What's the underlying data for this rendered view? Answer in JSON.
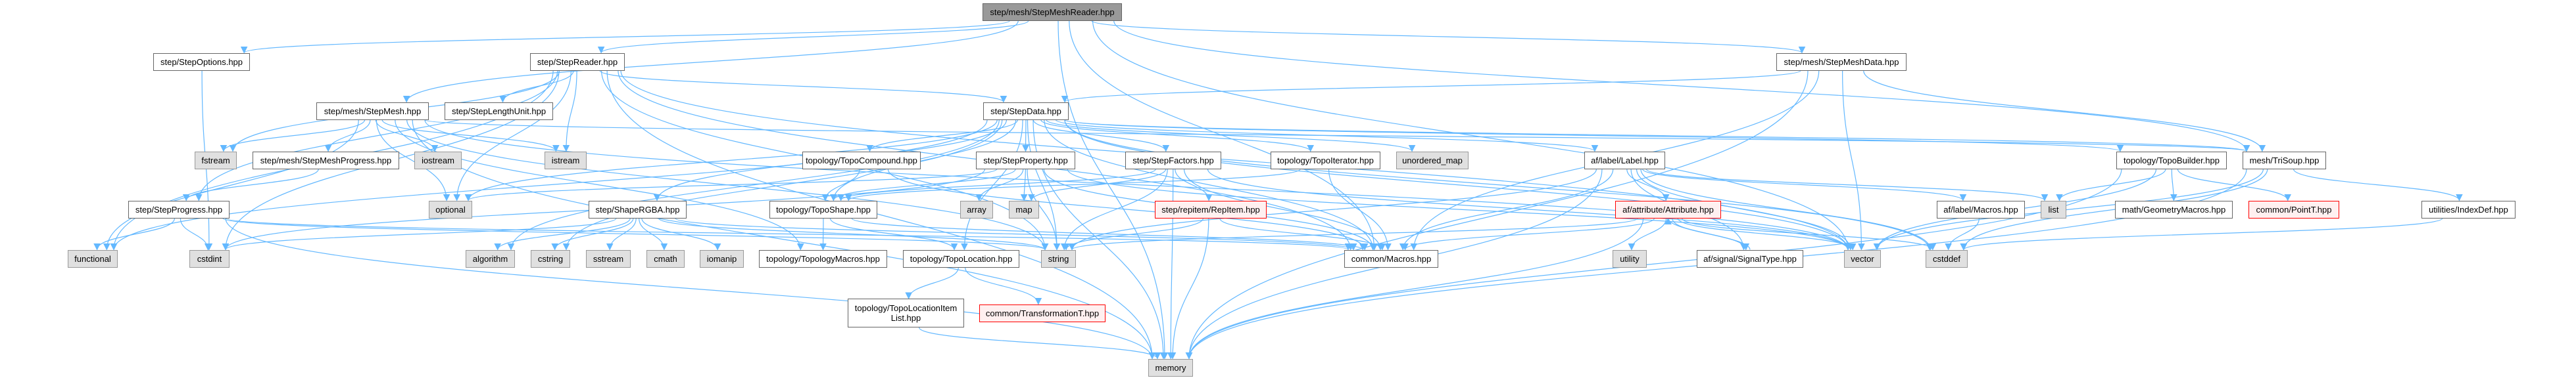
{
  "graph": {
    "title": "step/mesh/StepMeshReader.hpp",
    "nodes": [
      {
        "id": "root",
        "label": "step/mesh/StepMeshReader.hpp",
        "kind": "root"
      },
      {
        "id": "StepOptions",
        "label": "step/StepOptions.hpp",
        "kind": "doc"
      },
      {
        "id": "StepReader",
        "label": "step/StepReader.hpp",
        "kind": "doc"
      },
      {
        "id": "StepMeshData",
        "label": "step/mesh/StepMeshData.hpp",
        "kind": "doc"
      },
      {
        "id": "StepMesh",
        "label": "step/mesh/StepMesh.hpp",
        "kind": "doc"
      },
      {
        "id": "StepLengthUnit",
        "label": "step/StepLengthUnit.hpp",
        "kind": "doc"
      },
      {
        "id": "StepData",
        "label": "step/StepData.hpp",
        "kind": "doc"
      },
      {
        "id": "fstream",
        "label": "fstream",
        "kind": "sys"
      },
      {
        "id": "StepMeshProgress",
        "label": "step/mesh/StepMeshProgress.hpp",
        "kind": "doc"
      },
      {
        "id": "iostream",
        "label": "iostream",
        "kind": "sys"
      },
      {
        "id": "istream",
        "label": "istream",
        "kind": "sys"
      },
      {
        "id": "TopoCompound",
        "label": "topology/TopoCompound.hpp",
        "kind": "doc"
      },
      {
        "id": "StepProperty",
        "label": "step/StepProperty.hpp",
        "kind": "doc"
      },
      {
        "id": "StepFactors",
        "label": "step/StepFactors.hpp",
        "kind": "doc"
      },
      {
        "id": "TopoIterator",
        "label": "topology/TopoIterator.hpp",
        "kind": "doc"
      },
      {
        "id": "unordered_map",
        "label": "unordered_map",
        "kind": "sys"
      },
      {
        "id": "Label",
        "label": "af/label/Label.hpp",
        "kind": "doc"
      },
      {
        "id": "TopoBuilder",
        "label": "topology/TopoBuilder.hpp",
        "kind": "doc"
      },
      {
        "id": "TriSoup",
        "label": "mesh/TriSoup.hpp",
        "kind": "doc"
      },
      {
        "id": "StepProgress",
        "label": "step/StepProgress.hpp",
        "kind": "doc"
      },
      {
        "id": "optional",
        "label": "optional",
        "kind": "sys"
      },
      {
        "id": "ShapeRGBA",
        "label": "step/ShapeRGBA.hpp",
        "kind": "doc"
      },
      {
        "id": "TopoShape",
        "label": "topology/TopoShape.hpp",
        "kind": "doc"
      },
      {
        "id": "array",
        "label": "array",
        "kind": "sys"
      },
      {
        "id": "map",
        "label": "map",
        "kind": "sys"
      },
      {
        "id": "RepItem",
        "label": "step/repitem/RepItem.hpp",
        "kind": "red"
      },
      {
        "id": "Attribute",
        "label": "af/attribute/Attribute.hpp",
        "kind": "red"
      },
      {
        "id": "LabelMacros",
        "label": "af/label/Macros.hpp",
        "kind": "doc"
      },
      {
        "id": "list",
        "label": "list",
        "kind": "sys"
      },
      {
        "id": "GeometryMacros",
        "label": "math/GeometryMacros.hpp",
        "kind": "doc"
      },
      {
        "id": "PointT",
        "label": "common/PointT.hpp",
        "kind": "red"
      },
      {
        "id": "IndexDef",
        "label": "utilities/IndexDef.hpp",
        "kind": "doc"
      },
      {
        "id": "functional",
        "label": "functional",
        "kind": "sys"
      },
      {
        "id": "cstdint",
        "label": "cstdint",
        "kind": "sys"
      },
      {
        "id": "algorithm",
        "label": "algorithm",
        "kind": "sys"
      },
      {
        "id": "cstring",
        "label": "cstring",
        "kind": "sys"
      },
      {
        "id": "sstream",
        "label": "sstream",
        "kind": "sys"
      },
      {
        "id": "cmath",
        "label": "cmath",
        "kind": "sys"
      },
      {
        "id": "iomanip",
        "label": "iomanip",
        "kind": "sys"
      },
      {
        "id": "TopologyMacros",
        "label": "topology/TopologyMacros.hpp",
        "kind": "doc"
      },
      {
        "id": "TopoLocation",
        "label": "topology/TopoLocation.hpp",
        "kind": "doc"
      },
      {
        "id": "string",
        "label": "string",
        "kind": "sys"
      },
      {
        "id": "CommonMacros",
        "label": "common/Macros.hpp",
        "kind": "doc"
      },
      {
        "id": "utility",
        "label": "utility",
        "kind": "sys"
      },
      {
        "id": "SignalType",
        "label": "af/signal/SignalType.hpp",
        "kind": "doc"
      },
      {
        "id": "vector",
        "label": "vector",
        "kind": "sys"
      },
      {
        "id": "cstddef",
        "label": "cstddef",
        "kind": "sys"
      },
      {
        "id": "TopoLocationItemList",
        "label": "topology/TopoLocationItem\nList.hpp",
        "kind": "doc"
      },
      {
        "id": "TransformationT",
        "label": "common/TransformationT.hpp",
        "kind": "red"
      },
      {
        "id": "memory",
        "label": "memory",
        "kind": "sys"
      }
    ],
    "edges": [
      [
        "root",
        "StepOptions"
      ],
      [
        "root",
        "StepReader"
      ],
      [
        "root",
        "StepMeshData"
      ],
      [
        "root",
        "StepMesh"
      ],
      [
        "root",
        "TriSoup"
      ],
      [
        "root",
        "CommonMacros"
      ],
      [
        "root",
        "memory"
      ],
      [
        "root",
        "vector"
      ],
      [
        "StepOptions",
        "cstdint"
      ],
      [
        "StepReader",
        "StepLengthUnit"
      ],
      [
        "StepReader",
        "istream"
      ],
      [
        "StepReader",
        "optional"
      ],
      [
        "StepReader",
        "StepData"
      ],
      [
        "StepReader",
        "StepProgress"
      ],
      [
        "StepReader",
        "fstream"
      ],
      [
        "StepReader",
        "functional"
      ],
      [
        "StepReader",
        "cstdint"
      ],
      [
        "StepReader",
        "memory"
      ],
      [
        "StepReader",
        "string"
      ],
      [
        "StepReader",
        "CommonMacros"
      ],
      [
        "StepReader",
        "vector"
      ],
      [
        "StepMesh",
        "fstream"
      ],
      [
        "StepMesh",
        "StepMeshProgress"
      ],
      [
        "StepMesh",
        "iostream"
      ],
      [
        "StepMesh",
        "optional"
      ],
      [
        "StepMesh",
        "functional"
      ],
      [
        "StepMesh",
        "memory"
      ],
      [
        "StepMesh",
        "istream"
      ],
      [
        "StepMesh",
        "string"
      ],
      [
        "StepMesh",
        "vector"
      ],
      [
        "StepMesh",
        "TriSoup"
      ],
      [
        "StepMesh",
        "TopologyMacros"
      ],
      [
        "StepMeshProgress",
        "StepProgress"
      ],
      [
        "StepProgress",
        "functional"
      ],
      [
        "StepProgress",
        "cstdint"
      ],
      [
        "StepProgress",
        "memory"
      ],
      [
        "StepProgress",
        "string"
      ],
      [
        "StepProgress",
        "CommonMacros"
      ],
      [
        "StepData",
        "StepProperty"
      ],
      [
        "StepData",
        "StepFactors"
      ],
      [
        "StepData",
        "TopoIterator"
      ],
      [
        "StepData",
        "TopoCompound"
      ],
      [
        "StepData",
        "TopoShape"
      ],
      [
        "StepData",
        "ShapeRGBA"
      ],
      [
        "StepData",
        "Label"
      ],
      [
        "StepData",
        "TopoBuilder"
      ],
      [
        "StepData",
        "TriSoup"
      ],
      [
        "StepData",
        "unordered_map"
      ],
      [
        "StepData",
        "optional"
      ],
      [
        "StepData",
        "string"
      ],
      [
        "StepData",
        "vector"
      ],
      [
        "StepData",
        "memory"
      ],
      [
        "StepData",
        "CommonMacros"
      ],
      [
        "StepData",
        "algorithm"
      ],
      [
        "StepData",
        "cstring"
      ],
      [
        "StepData",
        "TopoLocation"
      ],
      [
        "StepData",
        "cstddef"
      ],
      [
        "StepData",
        "functional"
      ],
      [
        "StepProperty",
        "array"
      ],
      [
        "StepProperty",
        "map"
      ],
      [
        "StepProperty",
        "string"
      ],
      [
        "StepProperty",
        "TopoShape"
      ],
      [
        "StepProperty",
        "optional"
      ],
      [
        "StepProperty",
        "CommonMacros"
      ],
      [
        "StepProperty",
        "vector"
      ],
      [
        "StepProperty",
        "cstdint"
      ],
      [
        "StepFactors",
        "RepItem"
      ],
      [
        "StepFactors",
        "string"
      ],
      [
        "StepFactors",
        "memory"
      ],
      [
        "StepFactors",
        "map"
      ],
      [
        "StepFactors",
        "CommonMacros"
      ],
      [
        "StepFactors",
        "vector"
      ],
      [
        "StepFactors",
        "TopoShape"
      ],
      [
        "RepItem",
        "string"
      ],
      [
        "RepItem",
        "memory"
      ],
      [
        "RepItem",
        "CommonMacros"
      ],
      [
        "ShapeRGBA",
        "algorithm"
      ],
      [
        "ShapeRGBA",
        "cstring"
      ],
      [
        "ShapeRGBA",
        "sstream"
      ],
      [
        "ShapeRGBA",
        "cmath"
      ],
      [
        "ShapeRGBA",
        "iomanip"
      ],
      [
        "ShapeRGBA",
        "cstdint"
      ],
      [
        "ShapeRGBA",
        "string"
      ],
      [
        "ShapeRGBA",
        "CommonMacros"
      ],
      [
        "TopoCompound",
        "TopoShape"
      ],
      [
        "TopoCompound",
        "CommonMacros"
      ],
      [
        "TopoShape",
        "TopologyMacros"
      ],
      [
        "TopoShape",
        "TopoLocation"
      ],
      [
        "TopoShape",
        "CommonMacros"
      ],
      [
        "TopoLocation",
        "TopoLocationItemList"
      ],
      [
        "TopoLocation",
        "TransformationT"
      ],
      [
        "TopoLocationItemList",
        "memory"
      ],
      [
        "TopoIterator",
        "TopoShape"
      ],
      [
        "TopoIterator",
        "CommonMacros"
      ],
      [
        "Label",
        "Attribute"
      ],
      [
        "Label",
        "SignalType"
      ],
      [
        "Label",
        "LabelMacros"
      ],
      [
        "Label",
        "vector"
      ],
      [
        "Label",
        "cstddef"
      ],
      [
        "Label",
        "list"
      ],
      [
        "Label",
        "memory"
      ],
      [
        "Label",
        "string"
      ],
      [
        "Label",
        "CommonMacros"
      ],
      [
        "Attribute",
        "utility"
      ],
      [
        "Attribute",
        "SignalType"
      ],
      [
        "Attribute",
        "CommonMacros"
      ],
      [
        "Attribute",
        "vector"
      ],
      [
        "Attribute",
        "cstddef"
      ],
      [
        "Attribute",
        "memory"
      ],
      [
        "Attribute",
        "string"
      ],
      [
        "SignalType",
        "Attribute"
      ],
      [
        "LabelMacros",
        "cstddef"
      ],
      [
        "TopoBuilder",
        "list"
      ],
      [
        "TopoBuilder",
        "GeometryMacros"
      ],
      [
        "TopoBuilder",
        "PointT"
      ],
      [
        "TopoBuilder",
        "vector"
      ],
      [
        "TopoBuilder",
        "memory"
      ],
      [
        "TriSoup",
        "IndexDef"
      ],
      [
        "TriSoup",
        "vector"
      ],
      [
        "TriSoup",
        "cstddef"
      ],
      [
        "TriSoup",
        "memory"
      ],
      [
        "IndexDef",
        "cstddef"
      ],
      [
        "StepMeshData",
        "StepData"
      ],
      [
        "StepMeshData",
        "TriSoup"
      ],
      [
        "StepMeshData",
        "memory"
      ],
      [
        "StepMeshData",
        "vector"
      ],
      [
        "StepMeshData",
        "CommonMacros"
      ]
    ],
    "colors": {
      "edge": "#63b8ff",
      "node_border": "#666666",
      "sys_fill": "#e0e0e0",
      "red_border": "#ff0000",
      "red_fill": "#fff0f0",
      "root_fill": "#999999"
    }
  }
}
